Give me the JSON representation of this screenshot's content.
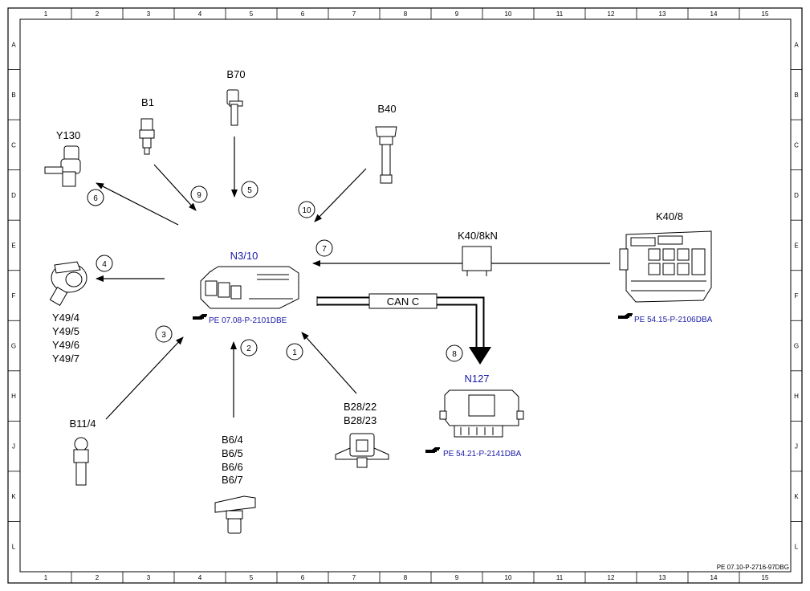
{
  "grid": {
    "columns": [
      "1",
      "2",
      "3",
      "4",
      "5",
      "6",
      "7",
      "8",
      "9",
      "10",
      "11",
      "12",
      "13",
      "14",
      "15"
    ],
    "rows": [
      "A",
      "B",
      "C",
      "D",
      "E",
      "F",
      "G",
      "H",
      "J",
      "K",
      "L"
    ]
  },
  "drawing_number": "PE 07.10-P-2716-97DBG",
  "control_unit": {
    "label": "N3/10",
    "reference": "PE 07.08-P-2101DBE"
  },
  "components": {
    "b70": "B70",
    "b1": "B1",
    "b40": "B40",
    "y130": "Y130",
    "y49": [
      "Y49/4",
      "Y49/5",
      "Y49/6",
      "Y49/7"
    ],
    "b11": "B11/4",
    "b6": [
      "B6/4",
      "B6/5",
      "B6/6",
      "B6/7"
    ],
    "b28": [
      "B28/22",
      "B28/23"
    ],
    "k40": {
      "label": "K40/8",
      "reference": "PE 54.15-P-2106DBA"
    },
    "k40_relay": "K40/8kN",
    "n127": {
      "label": "N127",
      "reference": "PE 54.21-P-2141DBA"
    }
  },
  "bus_label": "CAN C",
  "signal_numbers": [
    "1",
    "2",
    "3",
    "4",
    "5",
    "6",
    "7",
    "8",
    "9",
    "10"
  ],
  "icons": {
    "reference_pointer": "pointing-hand-icon"
  }
}
